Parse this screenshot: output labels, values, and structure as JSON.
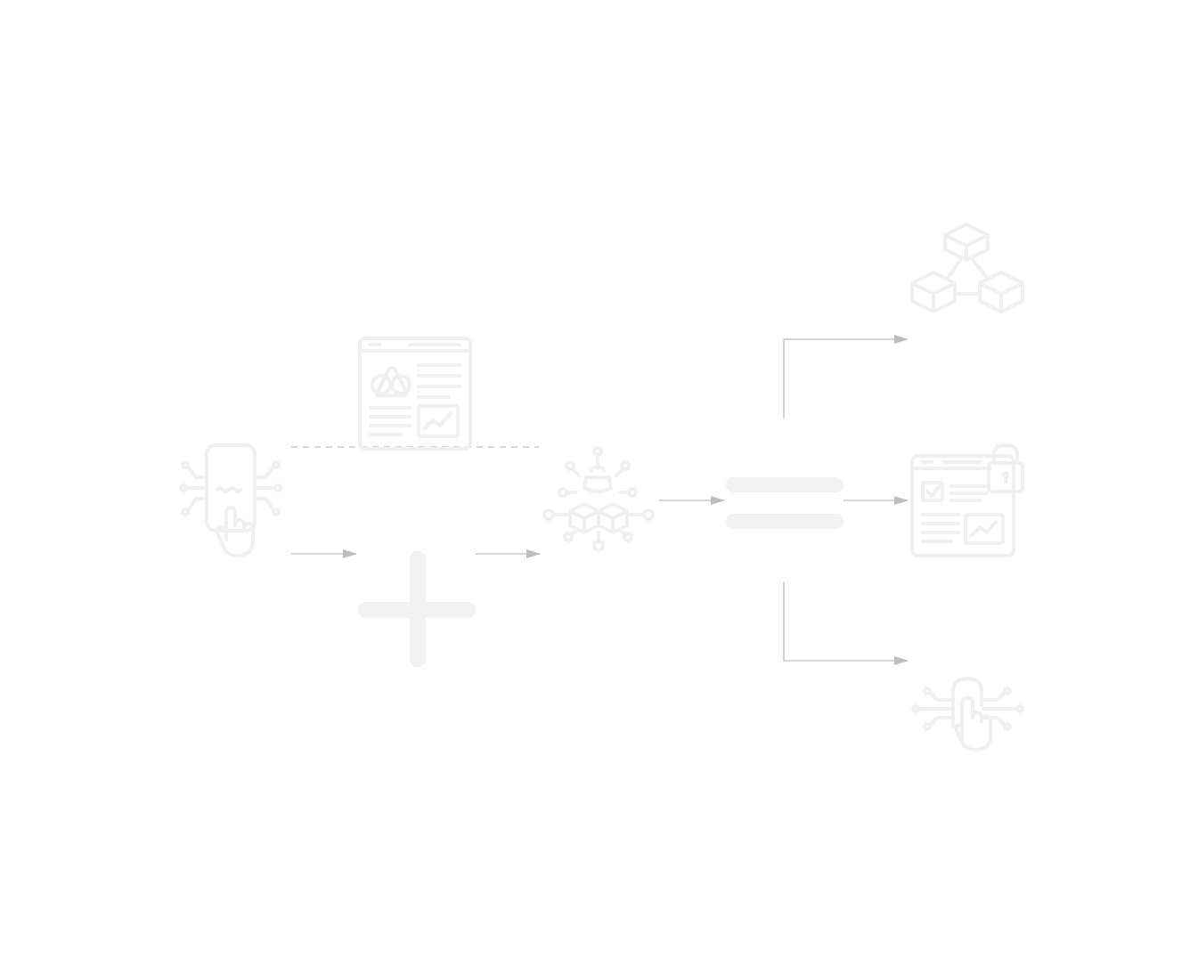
{
  "colors": {
    "icon_stroke": "#f0f0f0",
    "connector": "#bdbdbd",
    "symbol": "#f2f2f2",
    "background": "#ffffff"
  },
  "diagram": {
    "nodes": [
      {
        "id": "hand-circuit-device",
        "icon": "hand-pointer-circuit-device-icon",
        "label": ""
      },
      {
        "id": "browser-dashboard",
        "icon": "browser-dashboard-icon",
        "label": ""
      },
      {
        "id": "plus-operator",
        "icon": "plus-icon",
        "label": ""
      },
      {
        "id": "ai-network-hub",
        "icon": "network-hub-icon",
        "label": ""
      },
      {
        "id": "equals-operator",
        "icon": "equals-icon",
        "label": ""
      },
      {
        "id": "blockchain-cubes",
        "icon": "blockchain-cubes-icon",
        "label": ""
      },
      {
        "id": "secure-dashboard",
        "icon": "secure-browser-dashboard-icon",
        "label": ""
      },
      {
        "id": "touch-circuit",
        "icon": "hand-touch-circuit-icon",
        "label": ""
      }
    ],
    "edges": [
      {
        "from": "hand-circuit-device",
        "to": "plus-operator",
        "style": "arrow"
      },
      {
        "from": "plus-operator",
        "to": "ai-network-hub",
        "style": "arrow"
      },
      {
        "from": "hand-circuit-device",
        "to": "ai-network-hub",
        "style": "dashed"
      },
      {
        "from": "ai-network-hub",
        "to": "equals-operator",
        "style": "arrow"
      },
      {
        "from": "equals-operator",
        "to": "blockchain-cubes",
        "style": "elbow-arrow"
      },
      {
        "from": "equals-operator",
        "to": "secure-dashboard",
        "style": "arrow"
      },
      {
        "from": "equals-operator",
        "to": "touch-circuit",
        "style": "elbow-arrow"
      }
    ]
  }
}
